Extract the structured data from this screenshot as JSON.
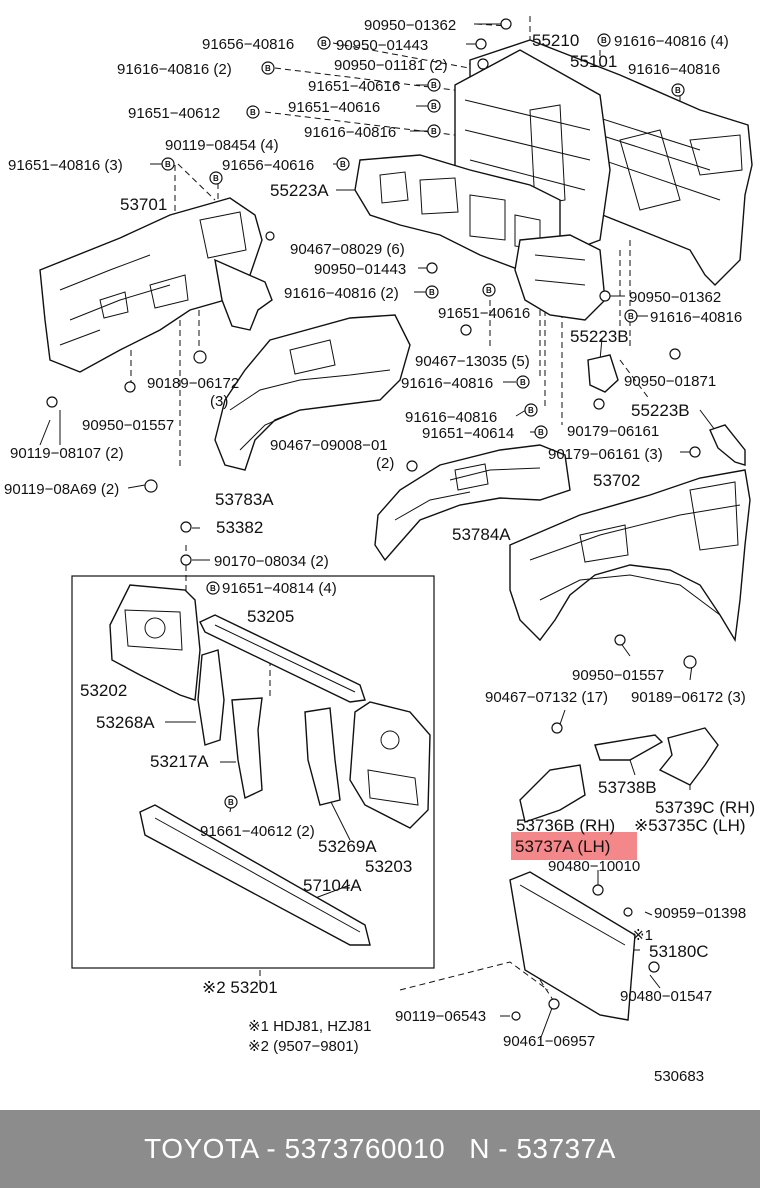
{
  "labels": [
    {
      "id": "l1",
      "text": "90950−01362"
    },
    {
      "id": "l2",
      "text": "91656−40816"
    },
    {
      "id": "l3",
      "text": "90950−01443"
    },
    {
      "id": "l4",
      "text": "55210"
    },
    {
      "id": "l5",
      "text": "91616−40816 (4)"
    },
    {
      "id": "l6",
      "text": "91616−40816 (2)"
    },
    {
      "id": "l7",
      "text": "90950−01181 (2)"
    },
    {
      "id": "l8",
      "text": "55101"
    },
    {
      "id": "l9",
      "text": "91616−40816"
    },
    {
      "id": "l10",
      "text": "91651−40616"
    },
    {
      "id": "l11",
      "text": "91651−40612"
    },
    {
      "id": "l12",
      "text": "91651−40616"
    },
    {
      "id": "l13",
      "text": "90119−08454 (4)"
    },
    {
      "id": "l14",
      "text": "91616−40816"
    },
    {
      "id": "l15",
      "text": "91651−40816 (3)"
    },
    {
      "id": "l16",
      "text": "91656−40616"
    },
    {
      "id": "l17",
      "text": "55223A"
    },
    {
      "id": "l18",
      "text": "53701"
    },
    {
      "id": "l19",
      "text": "90467−08029 (6)"
    },
    {
      "id": "l20",
      "text": "90950−01443"
    },
    {
      "id": "l21",
      "text": "91616−40816 (2)"
    },
    {
      "id": "l22",
      "text": "90950−01362"
    },
    {
      "id": "l23",
      "text": "91651−40616"
    },
    {
      "id": "l24",
      "text": "91616−40816"
    },
    {
      "id": "l25",
      "text": "55223B"
    },
    {
      "id": "l26",
      "text": "90467−13035 (5)"
    },
    {
      "id": "l27",
      "text": "90189−06172"
    },
    {
      "id": "l28",
      "text": "(3)"
    },
    {
      "id": "l29",
      "text": "91616−40816"
    },
    {
      "id": "l30",
      "text": "90950−01871"
    },
    {
      "id": "l31",
      "text": "90950−01557"
    },
    {
      "id": "l32",
      "text": "91616−40816"
    },
    {
      "id": "l33",
      "text": "55223B"
    },
    {
      "id": "l34",
      "text": "90467−09008−01"
    },
    {
      "id": "l35",
      "text": "91651−40614"
    },
    {
      "id": "l36",
      "text": "90179−06161"
    },
    {
      "id": "l37",
      "text": "90119−08107 (2)"
    },
    {
      "id": "l38",
      "text": "(2)"
    },
    {
      "id": "l39",
      "text": "90179−06161 (3)"
    },
    {
      "id": "l40",
      "text": "90119−08A69 (2)"
    },
    {
      "id": "l41",
      "text": "53783A"
    },
    {
      "id": "l42",
      "text": "53702"
    },
    {
      "id": "l43",
      "text": "53382"
    },
    {
      "id": "l44",
      "text": "53784A"
    },
    {
      "id": "l45",
      "text": "90170−08034 (2)"
    },
    {
      "id": "l46",
      "text": "91651−40814 (4)"
    },
    {
      "id": "l47",
      "text": "53205"
    },
    {
      "id": "l48",
      "text": "53202"
    },
    {
      "id": "l49",
      "text": "90950−01557"
    },
    {
      "id": "l50",
      "text": "53268A"
    },
    {
      "id": "l51",
      "text": "90467−07132 (17)"
    },
    {
      "id": "l52",
      "text": "90189−06172 (3)"
    },
    {
      "id": "l53",
      "text": "53217A"
    },
    {
      "id": "l54",
      "text": "53738B"
    },
    {
      "id": "l55",
      "text": "53739C (RH)"
    },
    {
      "id": "l56",
      "text": "91661−40612 (2)"
    },
    {
      "id": "l57",
      "text": "53269A"
    },
    {
      "id": "l58",
      "text": "53736B (RH)"
    },
    {
      "id": "l59",
      "text": "※53735C (LH)"
    },
    {
      "id": "l60",
      "text": "53203"
    },
    {
      "id": "l61",
      "text": "53737A (LH)"
    },
    {
      "id": "l62",
      "text": "90480−10010"
    },
    {
      "id": "l63",
      "text": "57104A"
    },
    {
      "id": "l64",
      "text": "90959−01398"
    },
    {
      "id": "l65",
      "text": "※1"
    },
    {
      "id": "l66",
      "text": "53180C"
    },
    {
      "id": "l67",
      "text": "※2 53201"
    },
    {
      "id": "l68",
      "text": "90480−01547"
    },
    {
      "id": "l69",
      "text": "90119−06543"
    },
    {
      "id": "l70",
      "text": "※1 HDJ81, HZJ81"
    },
    {
      "id": "l71",
      "text": "90461−06957"
    },
    {
      "id": "l72",
      "text": "※2 (9507−9801)"
    },
    {
      "id": "l73",
      "text": "530683"
    }
  ],
  "highlight_label": "53737A (LH)",
  "highlight_color": "#f4878a",
  "footer": {
    "brand_part": "TOYOTA - 5373760010",
    "ref": "N - 53737A",
    "background": "#8c8c8c"
  }
}
